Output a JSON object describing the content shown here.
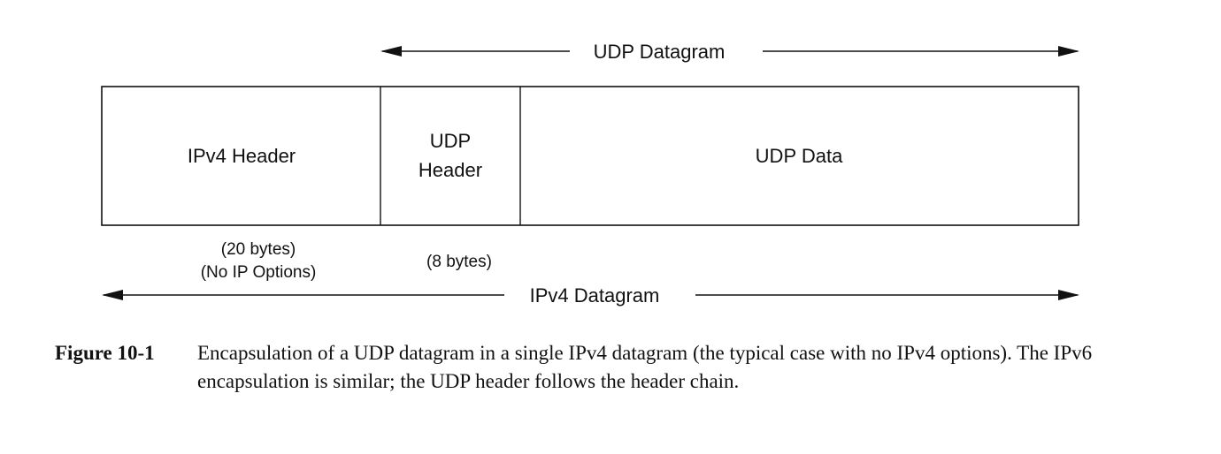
{
  "diagram": {
    "top_arrow_label": "UDP Datagram",
    "bottom_arrow_label": "IPv4 Datagram",
    "segments": {
      "ipv4_header": "IPv4 Header",
      "udp_header_line1": "UDP",
      "udp_header_line2": "Header",
      "udp_data": "UDP Data"
    },
    "sizes": {
      "ipv4_line1": "(20 bytes)",
      "ipv4_line2": "(No IP Options)",
      "udp_header": "(8 bytes)"
    }
  },
  "caption": {
    "label": "Figure 10-1",
    "text": "Encapsulation of a UDP datagram in a single IPv4 datagram (the typical case with no IPv4 options). The IPv6 encapsulation is similar; the UDP header follows the header chain."
  }
}
